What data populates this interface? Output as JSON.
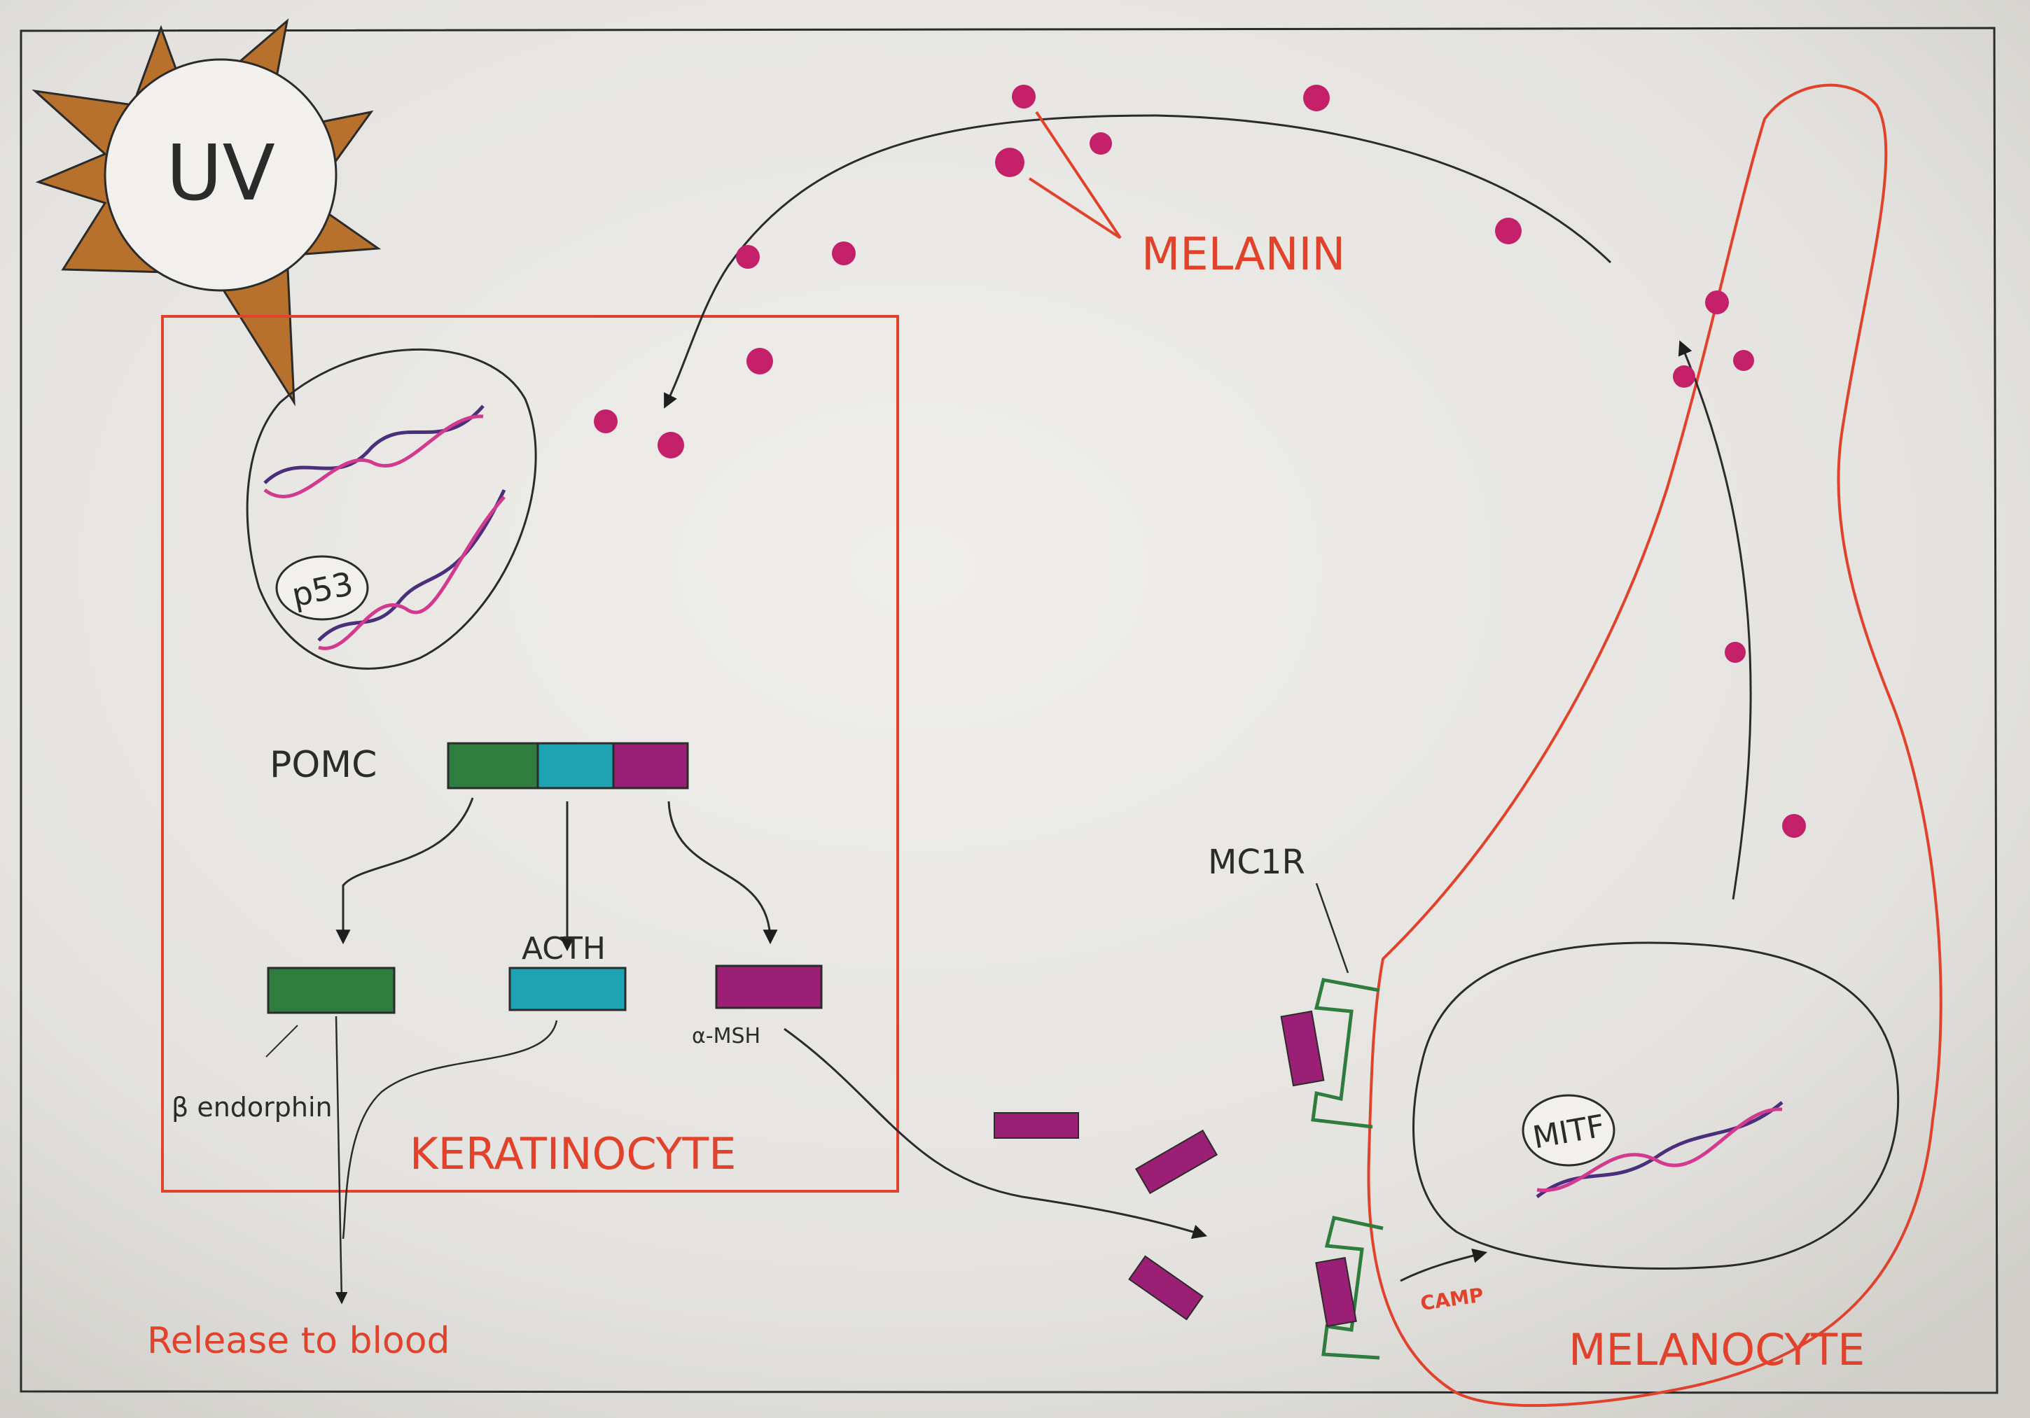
{
  "labels": {
    "uv": "UV",
    "p53": "p53",
    "pomc": "POMC",
    "acth": "ACTH",
    "alpha_msh": "α-MSH",
    "beta_endorphin": "β endorphin",
    "keratinocyte": "KERATINOCYTE",
    "release_to_blood": "Release to blood",
    "melanin": "MELANIN",
    "mc1r": "MC1R",
    "mitf": "MITF",
    "camp": "CAMP",
    "melanocyte": "MELANOCYTE"
  },
  "colors": {
    "paper": "#e6e5e1",
    "ink": "#2b2b2b",
    "red_ink": "#e0422c",
    "sun_orange": "#b7712c",
    "green": "#2e7d3f",
    "teal": "#1ea3b3",
    "magenta": "#9b1f74",
    "dot_pink": "#c4206a",
    "dna_purple": "#4a2f7a",
    "dna_pink": "#d23a8f"
  }
}
